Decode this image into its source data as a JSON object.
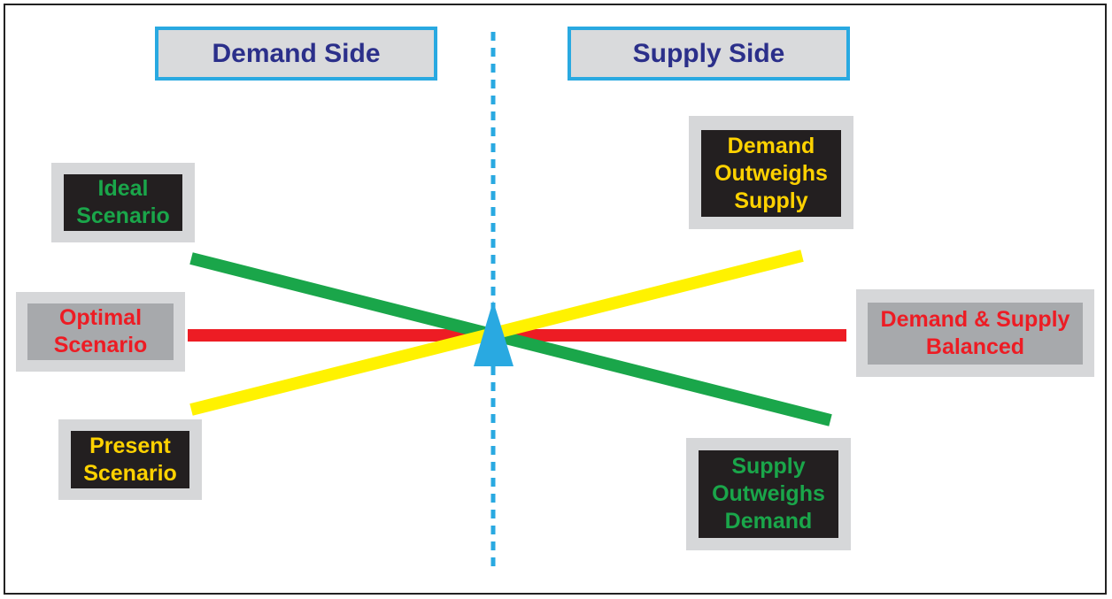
{
  "headers": {
    "demand_side": "Demand Side",
    "supply_side": "Supply Side"
  },
  "labels": {
    "ideal": "Ideal\nScenario",
    "optimal": "Optimal\nScenario",
    "present": "Present\nScenario",
    "demand_outweighs": "Demand\nOutweighs\nSupply",
    "balanced": "Demand & Supply\nBalanced",
    "supply_outweighs": "Supply\nOutweighs\nDemand"
  },
  "colors": {
    "green_line": "#1aa64a",
    "red_line": "#ed1c24",
    "yellow_line": "#fff200",
    "divider": "#29a9e1",
    "fulcrum": "#29a9e1"
  }
}
